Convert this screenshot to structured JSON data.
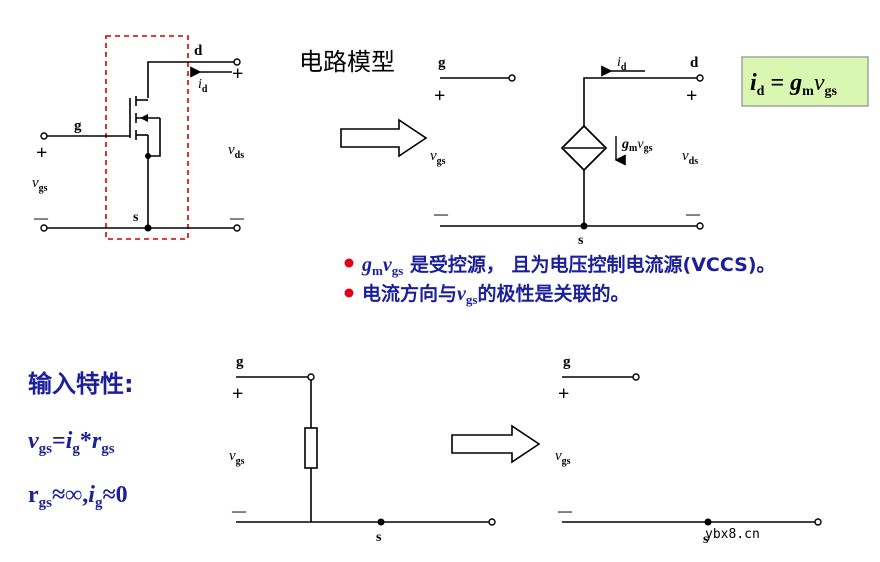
{
  "mosfet": {
    "terminal_g": "g",
    "terminal_d": "d",
    "terminal_s": "s",
    "plus": "+",
    "minus": "—",
    "id_i": "i",
    "id_sub": "d",
    "vgs_v": "v",
    "vgs_sub": "gs",
    "vds_v": "v",
    "vds_sub": "ds"
  },
  "model": {
    "title": "电路模型",
    "terminal_g": "g",
    "terminal_d": "d",
    "terminal_s": "s",
    "plus": "+",
    "minus": "—",
    "id_i": "i",
    "id_sub": "d",
    "gm_g": "g",
    "gm_sub": "m",
    "gm_v": "v",
    "gm_vsub": "gs",
    "vgs_v": "v",
    "vgs_sub": "gs",
    "vds_v": "v",
    "vds_sub": "ds"
  },
  "formula_box": {
    "i": "i",
    "i_sub": "d",
    "eq": " = ",
    "g": "g",
    "g_sub": "m",
    "v": "v",
    "v_sub": "gs",
    "bg_color": "#d9f7b0"
  },
  "bullets": [
    {
      "g": "g",
      "g_sub": "m",
      "v": "v",
      "v_sub": "gs",
      "text": " 是受控源， 且为电压控制电流源(VCCS)。"
    },
    {
      "text_before": "电流方向与",
      "v": "v",
      "v_sub": "gs",
      "text_after": "的极性是关联的。"
    }
  ],
  "input": {
    "heading": "输入特性:",
    "eq1_v": "v",
    "eq1_vsub": "gs",
    "eq1_eq": "=",
    "eq1_i": "i",
    "eq1_isub": "g",
    "eq1_star": "*",
    "eq1_r": "r",
    "eq1_rsub": "gs",
    "eq2_r": "r",
    "eq2_rsub": "gs",
    "eq2_approx_inf": "≈∞,",
    "eq2_i": "i",
    "eq2_isub": "g",
    "eq2_approx_zero": "≈0",
    "circuit1": {
      "g": "g",
      "s": "s",
      "plus": "+",
      "minus": "—",
      "v": "v",
      "vsub": "gs"
    },
    "circuit2": {
      "g": "g",
      "s": "s",
      "plus": "+",
      "minus": "—",
      "v": "v",
      "vsub": "gs"
    }
  },
  "watermark": "ybx8.cn",
  "colors": {
    "blue_text": "#1c1f9a",
    "bullet_red": "#e0001b",
    "dashed_red": "#d40000",
    "formula_border": "#9c9c9c"
  }
}
